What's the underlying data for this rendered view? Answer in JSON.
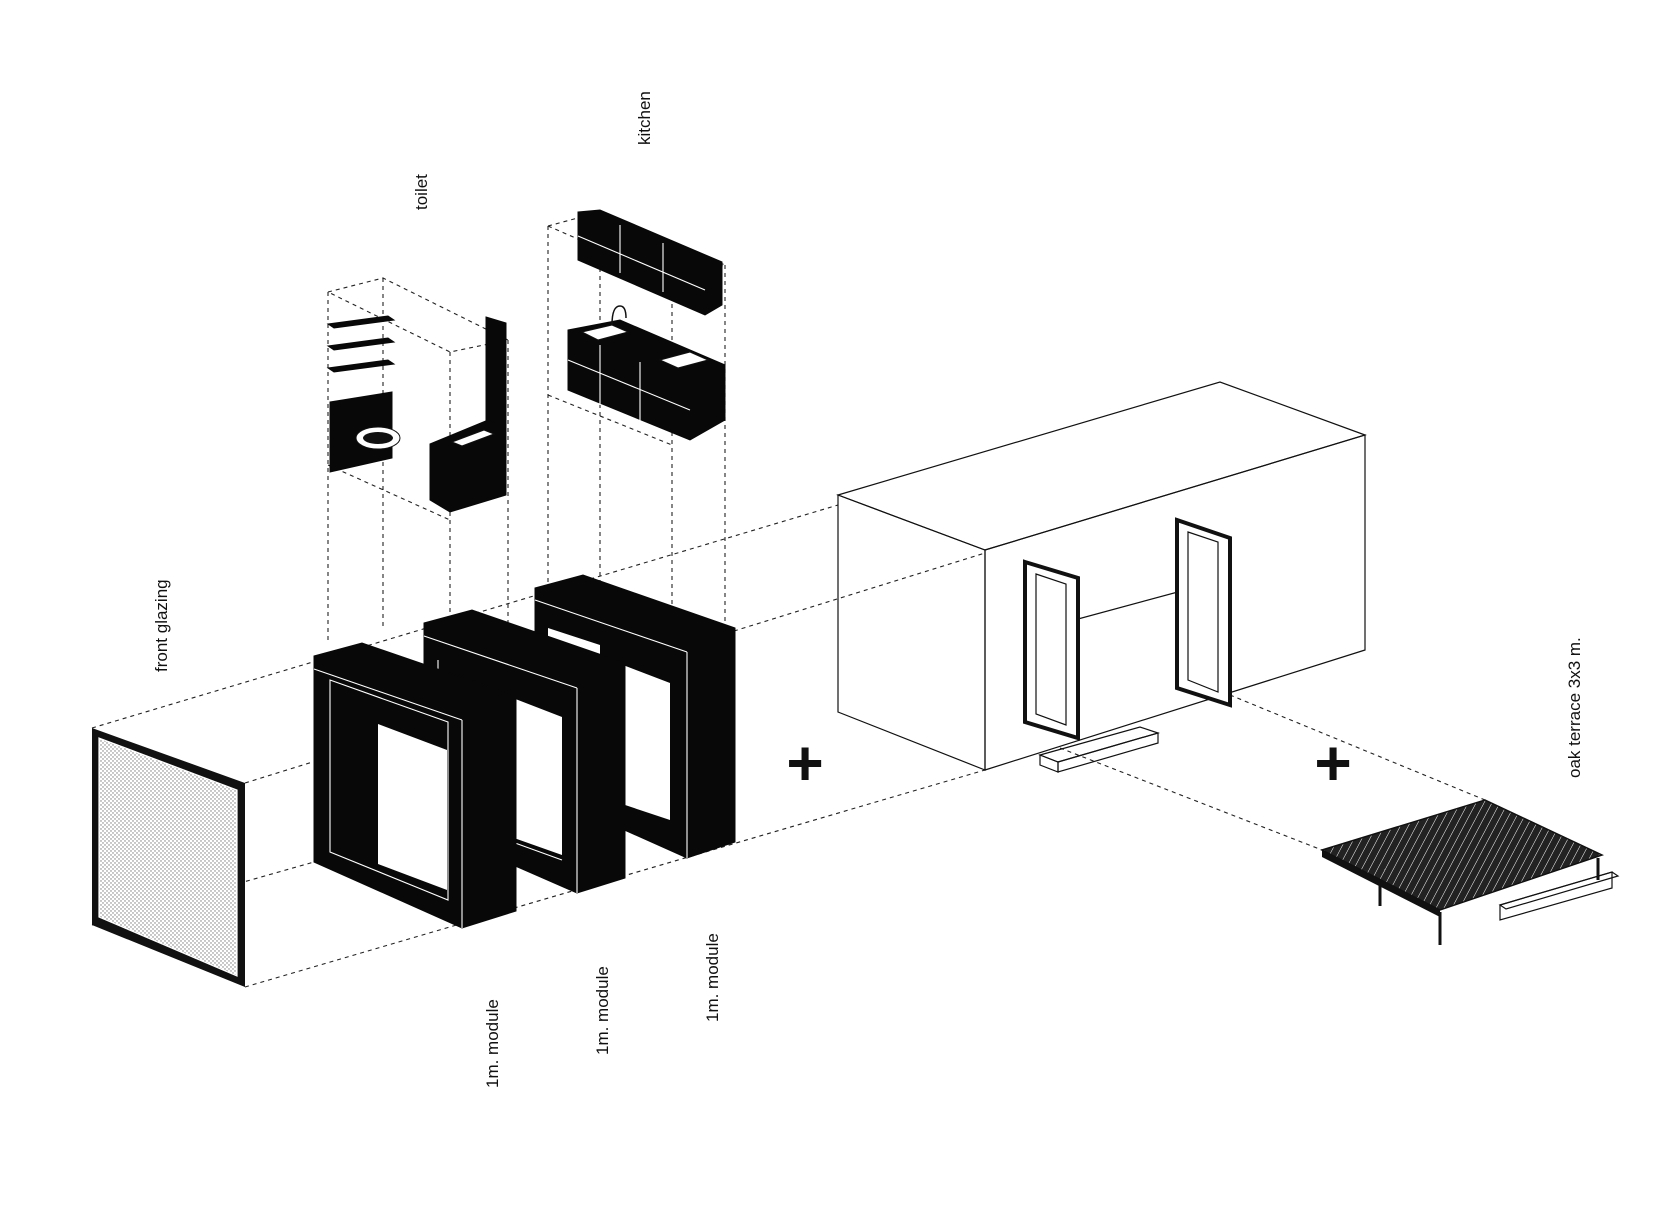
{
  "labels": {
    "front_glazing": "front glazing",
    "toilet": "toilet",
    "kitchen": "kitchen",
    "module_1": "1m. module",
    "module_2": "1m. module",
    "module_3": "1m. module",
    "terrace": "oak terrace 3x3 m."
  },
  "symbols": {
    "plus_1": "+",
    "plus_2": "+"
  },
  "colors": {
    "ink": "#080808",
    "paper": "#ffffff"
  }
}
